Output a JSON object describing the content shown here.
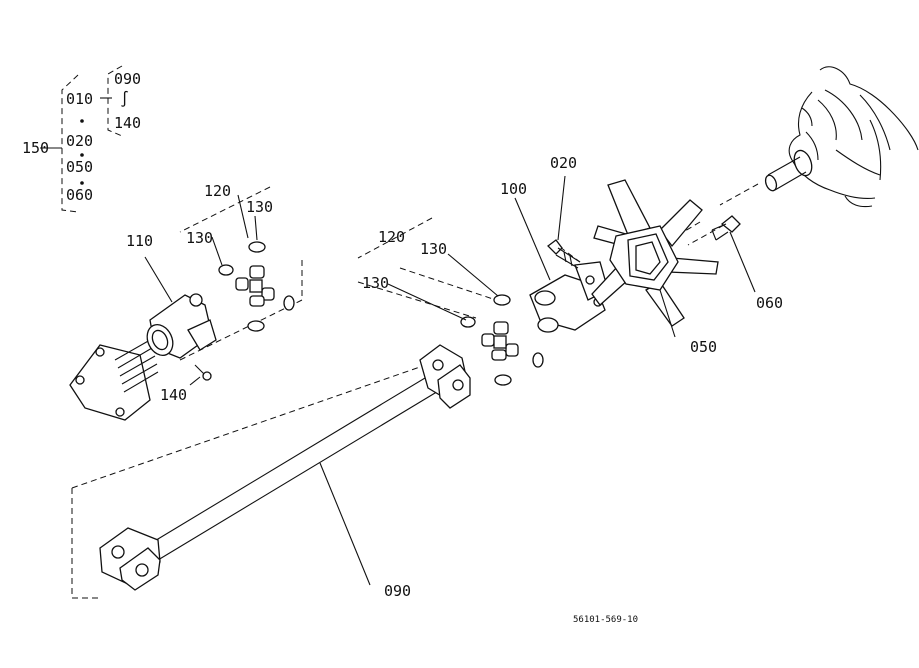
{
  "figure_code": "56101-569-10",
  "legend": {
    "assembly": "150",
    "a": "010",
    "b": "020",
    "c": "050",
    "d": "060",
    "range_start": "090",
    "range_tilde": "∫",
    "range_end": "140"
  },
  "callouts": {
    "shaft": "090",
    "fan": "050",
    "bolt_right": "060",
    "bolt_top": "020",
    "yoke_right": "100",
    "yoke_left": "110",
    "grease_nipple": "140",
    "joint_left": "120",
    "joint_right": "120",
    "snap_ring_left_a": "130",
    "snap_ring_left_b": "130",
    "snap_ring_right_a": "130",
    "snap_ring_right_b": "130"
  }
}
